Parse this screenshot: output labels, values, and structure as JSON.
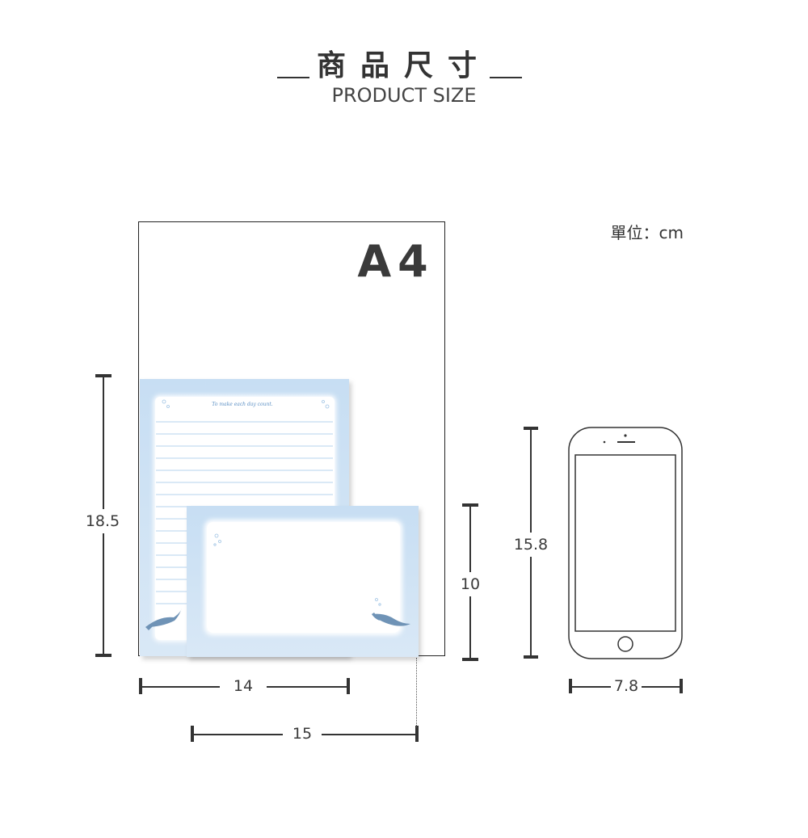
{
  "header": {
    "title_zh": "商品尺寸",
    "title_en": "PRODUCT SIZE"
  },
  "unit_note": "單位：cm",
  "a4": {
    "label": "A4"
  },
  "letter_paper": {
    "slogan": "To make each day count."
  },
  "dimensions": {
    "letter_height": "18.5",
    "letter_width": "14",
    "envelope_width": "15",
    "envelope_height": "10",
    "phone_height": "15.8",
    "phone_width": "7.8"
  },
  "colors": {
    "accent_blue": "#bcd7f0",
    "line_blue": "#a8cce8",
    "dark": "#333333"
  }
}
